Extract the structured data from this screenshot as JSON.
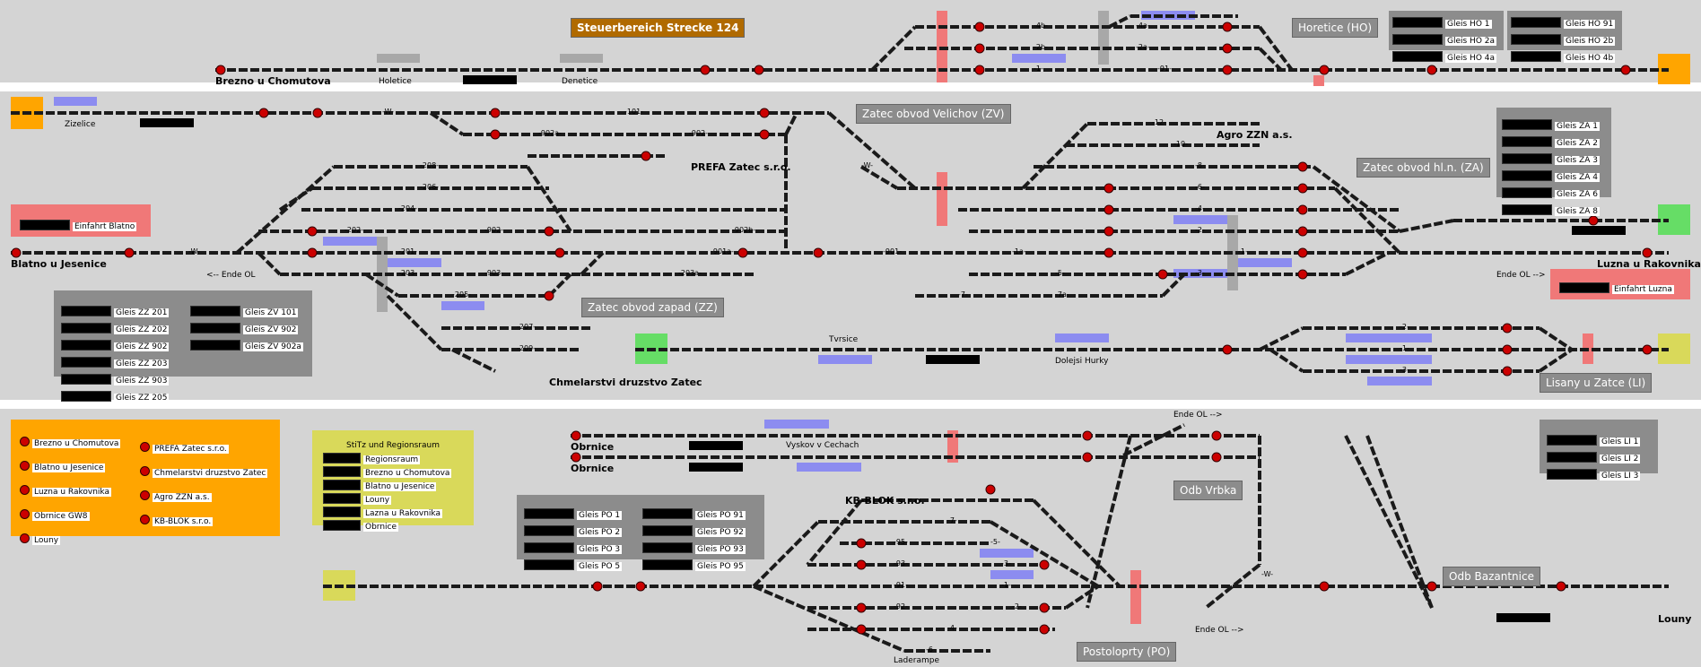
{
  "title_banner": "Steuerbereich Strecke 124",
  "areas": {
    "horetice": "Horetice (HO)",
    "velichov": "Zatec obvod Velichov (ZV)",
    "zatec_hl": "Zatec obvod hl.n. (ZA)",
    "zatec_zapad": "Zatec obvod zapad (ZZ)",
    "lisany": "Lisany u Zatce (LI)",
    "vrbka": "Odb Vrbka",
    "bazantnice": "Odb Bazantnice",
    "postoloprty": "Postoloprty (PO)"
  },
  "stations": {
    "brezno": "Brezno u Chomutova",
    "holetice": "Holetice",
    "denetice": "Denetice",
    "zizelice": "Zizelice",
    "blatno": "Blatno u Jesenice",
    "lazna": "Luzna u Rakovnika",
    "prefa": "PREFA Zatec s.r.o.",
    "agro": "Agro ZZN a.s.",
    "chmelarstvi": "Chmelarstvi druzstvo Zatec",
    "tvrsice": "Tvrsice",
    "dolejsi": "Dolejsi Hurky",
    "obrnice1": "Obrnice",
    "obrnice2": "Obrnice",
    "vyskov": "Vyskov v Cechach",
    "kbblok": "KB-BLOK s.r.o.",
    "laderampe": "Laderampe",
    "louny": "Louny"
  },
  "einfahrt": {
    "blatno": "Einfahrt Blatno",
    "luzna": "Einfahrt Luzna"
  },
  "ende_ol": {
    "a": "<-- Ende OL",
    "b": "Ende OL -->",
    "c": "Ende OL -->",
    "d": "Ende OL -->"
  },
  "track_labels": {
    "w1": "-W-",
    "w2": "-W-",
    "w3": "-W-",
    "w4": "-W-",
    "t101": "-101-",
    "t902a": "-902a-",
    "t902": "-902-",
    "t208": "-208-",
    "t206": "-206-",
    "t204": "-204-",
    "t202": "-202-",
    "t902b": "-902-",
    "t201": "-201-",
    "t203": "-203-",
    "t903": "-903-",
    "t205": "-205-",
    "t207": "-207-",
    "t209": "-209-",
    "t901a": "-901a-",
    "t902bb": "-902b-",
    "t203a": "-203a-",
    "t901": "-901-",
    "t12": "-12-",
    "t10": "-10-",
    "t8": "-8-",
    "t6": "-6-",
    "t4": "-4-",
    "t2": "-2-",
    "t1a": "-1a-",
    "t1": "-1-",
    "t3": "-3-",
    "t5": "-5-",
    "t7": "-7-",
    "t7a": "-7a-",
    "ho4b": "-4b-",
    "ho2b": "-2b-",
    "ho1": "-1-",
    "ho4a": "-4a-",
    "ho2a": "-2a-",
    "ho91": "-91-",
    "li2": "-2-",
    "li1": "-1-",
    "li3": "-3-",
    "po7": "-7-",
    "po95": "-95-",
    "po5": "-5-",
    "po93": "-93-",
    "po3": "-3-",
    "po91": "-91-",
    "po1": "-1-",
    "po92": "-92-",
    "po2": "-2-",
    "po4": "-4-",
    "po6": "-6-"
  },
  "panels": {
    "ho_a": [
      "Gleis HO 1",
      "Gleis HO 2a",
      "Gleis HO 4a"
    ],
    "ho_b": [
      "Gleis HO 91",
      "Gleis HO 2b",
      "Gleis HO 4b"
    ],
    "za": [
      "Gleis ZA 1",
      "Gleis ZA 2",
      "Gleis ZA 3",
      "Gleis ZA 4",
      "Gleis ZA 6",
      "Gleis ZA 8"
    ],
    "zz": [
      "Gleis ZZ 201",
      "Gleis ZZ 202",
      "Gleis ZZ 902",
      "Gleis ZZ 203",
      "Gleis ZZ 903",
      "Gleis ZZ 205"
    ],
    "zv": [
      "Gleis ZV 101",
      "Gleis ZV 902",
      "Gleis ZV 902a"
    ],
    "li": [
      "Gleis LI 1",
      "Gleis LI 2",
      "Gleis LI 3"
    ],
    "po_a": [
      "Gleis PO 1",
      "Gleis PO 2",
      "Gleis PO 3",
      "Gleis PO 5"
    ],
    "po_b": [
      "Gleis PO 91",
      "Gleis PO 92",
      "Gleis PO 93",
      "Gleis PO 95"
    ]
  },
  "legend_orange": {
    "col1": [
      "Brezno u Chomutova",
      "Blatno u Jesenice",
      "Luzna u Rakovnika",
      "Obrnice GW8",
      "Louny"
    ],
    "col2": [
      "PREFA Zatec s.r.o.",
      "Chmelarstvi druzstvo Zatec",
      "Agro ZZN a.s.",
      "KB-BLOK s.r.o."
    ]
  },
  "legend_yellow": {
    "title": "StiTz und Regionsraum",
    "items": [
      "Regionsraum",
      "Brezno u Chomutova",
      "Blatno u Jesenice",
      "Louny",
      "Lazna u Rakovnika",
      "Obrnice"
    ]
  },
  "colors": {
    "background": "#d4d4d4",
    "signal_red": "#cc0000",
    "banner": "#b06a00",
    "area_box": "#8c8c8c",
    "orange": "#ffa500",
    "yellow": "#d9d95a",
    "green": "#66dd66",
    "pink": "#f07878",
    "blue_block": "#8c8cf0"
  }
}
